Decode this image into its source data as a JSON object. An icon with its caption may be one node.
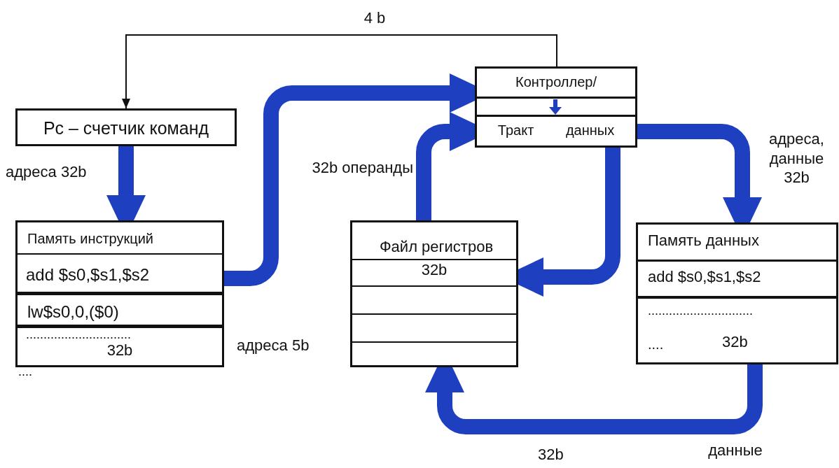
{
  "diagram": {
    "nodes": [
      {
        "text": [
          "Pc – счетчик команд"
        ]
      },
      {
        "text": [
          "Память инструкций",
          "add $s0,$s1,$s2",
          "lw$s0,0,($0)",
          "..............................",
          "32b"
        ],
        "beside": [
          "...."
        ]
      },
      {
        "text": [
          "Контроллер/",
          "Тракт данных"
        ]
      },
      {
        "text": [
          "Файл регистров",
          "32b"
        ]
      },
      {
        "text": [
          "Память данных",
          "add $s0,$s1,$s2",
          "..............................",
          "....",
          "32b"
        ]
      }
    ],
    "edges": [
      {
        "from": 2,
        "to": 0,
        "arrow": "to",
        "label": "4 b",
        "color": "#111111"
      },
      {
        "from": 0,
        "to": 1,
        "arrow": "to",
        "label": "адреса 32b"
      },
      {
        "from": 1,
        "to": 2,
        "arrow": "to"
      },
      {
        "from": 3,
        "to": 2,
        "arrow": "to",
        "label": "32b операнды"
      },
      {
        "from": 2,
        "to": 3,
        "arrow": "to"
      },
      {
        "from": 2,
        "to": 4,
        "arrow": "to",
        "label": "адреса, данные 32b"
      },
      {
        "from": 4,
        "to": 3,
        "arrow": "to",
        "label": "данные"
      }
    ],
    "labels": [
      "адреса 5b",
      "32b"
    ]
  }
}
